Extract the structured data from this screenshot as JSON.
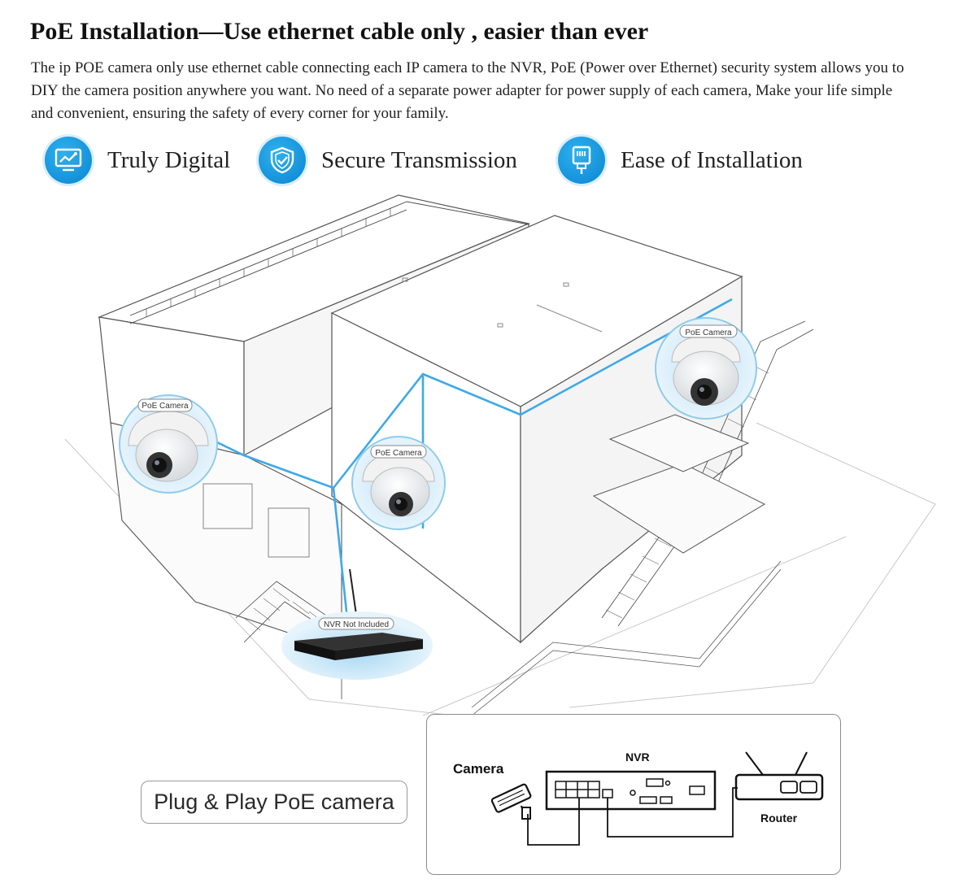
{
  "header": {
    "title": "PoE Installation—Use ethernet cable only , easier than ever",
    "description": "The ip POE camera only use ethernet cable connecting each IP camera to the NVR, PoE (Power over Ethernet) security system allows you to DIY the camera position anywhere you want. No need of a separate power adapter for power supply of each camera, Make your life simple and convenient, ensuring the safety of every corner for your family."
  },
  "features": [
    {
      "label": "Truly Digital",
      "icon": "chart-monitor-icon"
    },
    {
      "label": "Secure Transmission",
      "icon": "shield-check-icon"
    },
    {
      "label": "Ease of Installation",
      "icon": "ethernet-plug-icon"
    }
  ],
  "illustration": {
    "camera_tag_1": "PoE Camera",
    "camera_tag_2": "PoE Camera",
    "camera_tag_3": "PoE Camera",
    "nvr_tag": "NVR Not Included"
  },
  "plug_play": {
    "label": "Plug & Play PoE camera"
  },
  "diagram": {
    "camera_label": "Camera",
    "nvr_label": "NVR",
    "router_label": "Router"
  },
  "colors": {
    "accent": "#1a9be0",
    "cable": "#3fa9e8",
    "dark": "#1f1f1f"
  }
}
